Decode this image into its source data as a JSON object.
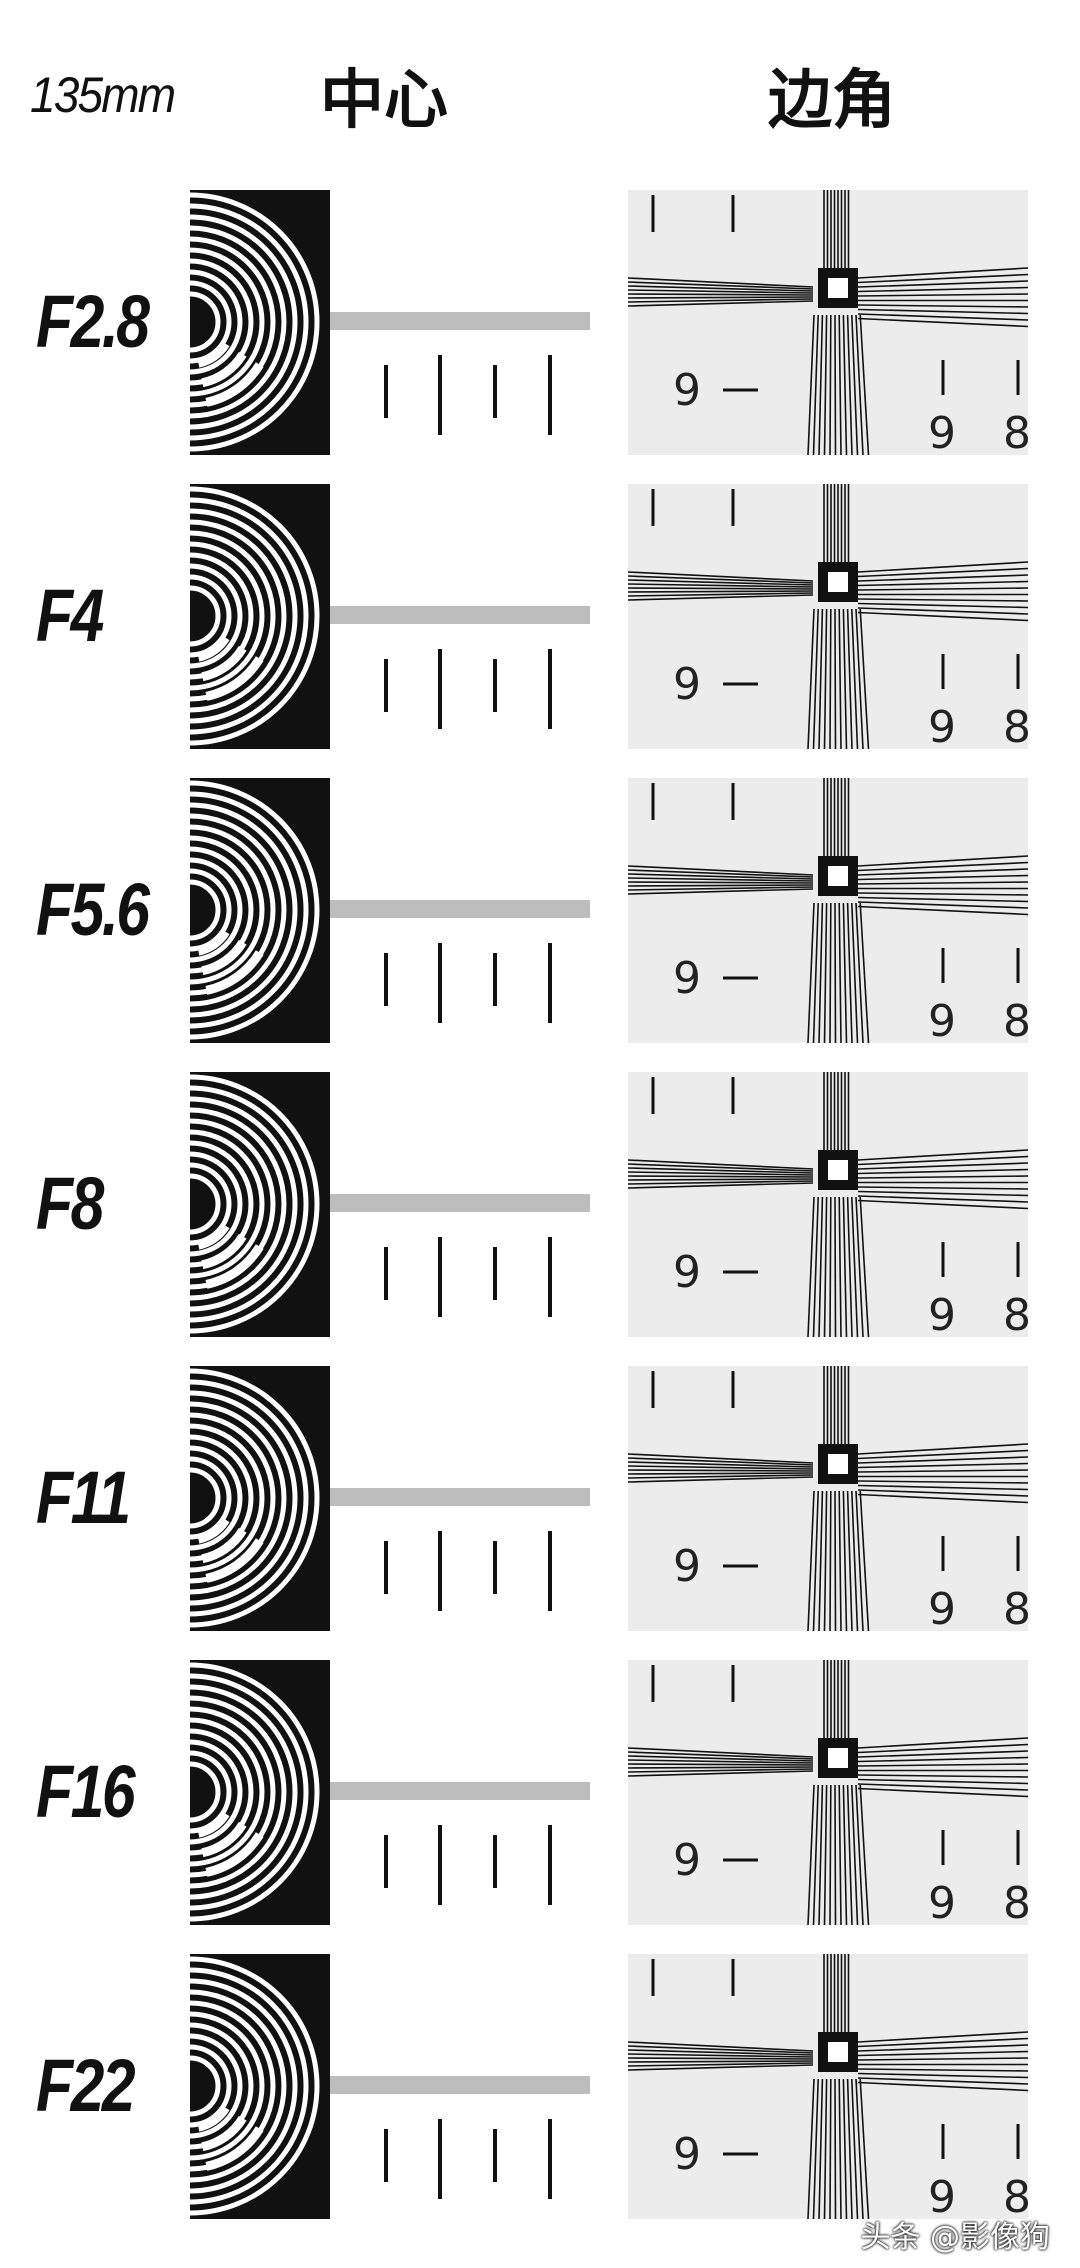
{
  "header": {
    "lens": "135mm",
    "center": "中心",
    "corner": "边角"
  },
  "rows": [
    {
      "aperture": "F2.8"
    },
    {
      "aperture": "F4"
    },
    {
      "aperture": "F5.6"
    },
    {
      "aperture": "F8"
    },
    {
      "aperture": "F11"
    },
    {
      "aperture": "F16"
    },
    {
      "aperture": "F22"
    }
  ],
  "chart_text": {
    "corner_label_left": "9",
    "corner_label_mid": "9",
    "corner_label_right": "8"
  },
  "watermark": "头条 @影像狗",
  "colors": {
    "ink": "#111111",
    "chart_bg": "#ececec",
    "bar": "#bdbdbd"
  }
}
